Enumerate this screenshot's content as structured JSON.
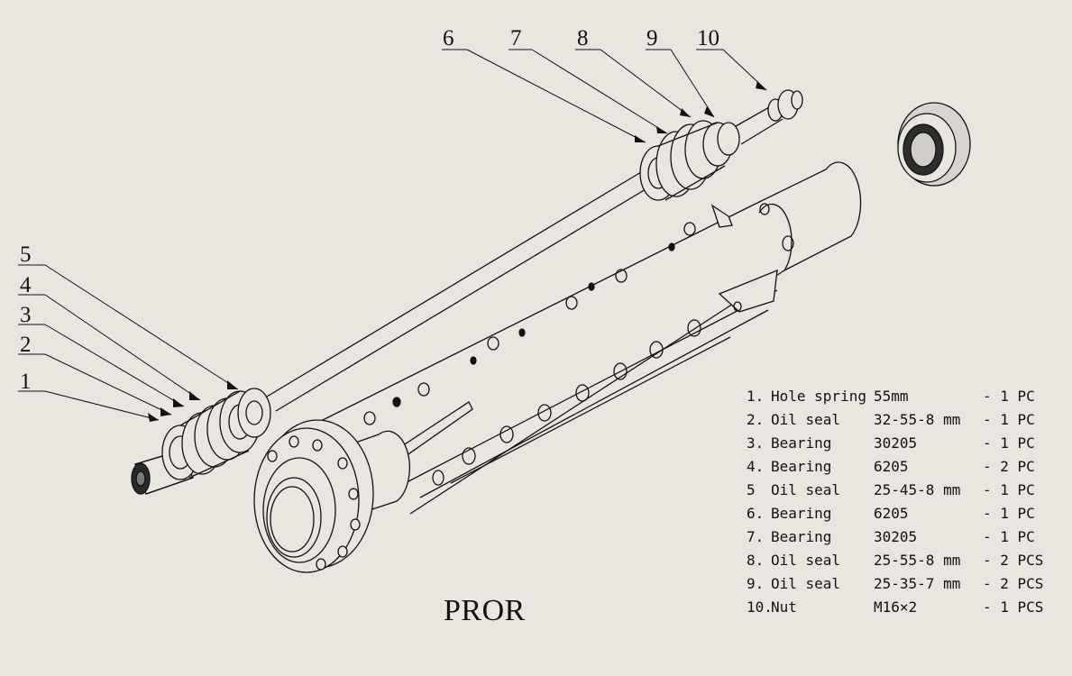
{
  "drawing": {
    "title": "PROR",
    "callouts": [
      "1",
      "2",
      "3",
      "4",
      "5",
      "6",
      "7",
      "8",
      "9",
      "10"
    ]
  },
  "parts_list": [
    {
      "num": "1.",
      "name": "Hole spring",
      "spec": "55mm",
      "qty": "- 1 PC"
    },
    {
      "num": "2.",
      "name": "Oil seal",
      "spec": "32-55-8 mm",
      "qty": "- 1 PC"
    },
    {
      "num": "3.",
      "name": "Bearing",
      "spec": "30205",
      "qty": "- 1 PC"
    },
    {
      "num": "4.",
      "name": "Bearing",
      "spec": "6205",
      "qty": "- 2 PC"
    },
    {
      "num": "5",
      "name": "Oil seal",
      "spec": "25-45-8 mm",
      "qty": "- 1 PC"
    },
    {
      "num": "6.",
      "name": "Bearing",
      "spec": "6205",
      "qty": "- 1 PC"
    },
    {
      "num": "7.",
      "name": "Bearing",
      "spec": "30205",
      "qty": "- 1 PC"
    },
    {
      "num": "8.",
      "name": "Oil seal",
      "spec": "25-55-8 mm",
      "qty": "- 2 PCS"
    },
    {
      "num": "9.",
      "name": "Oil seal",
      "spec": "25-35-7 mm",
      "qty": "- 2 PCS"
    },
    {
      "num": "10.",
      "name": "Nut",
      "spec": "M16×2",
      "qty": "- 1 PCS"
    }
  ],
  "colors": {
    "background": "#e8e6de",
    "line": "#111111",
    "shade": "#bdbbb3"
  }
}
